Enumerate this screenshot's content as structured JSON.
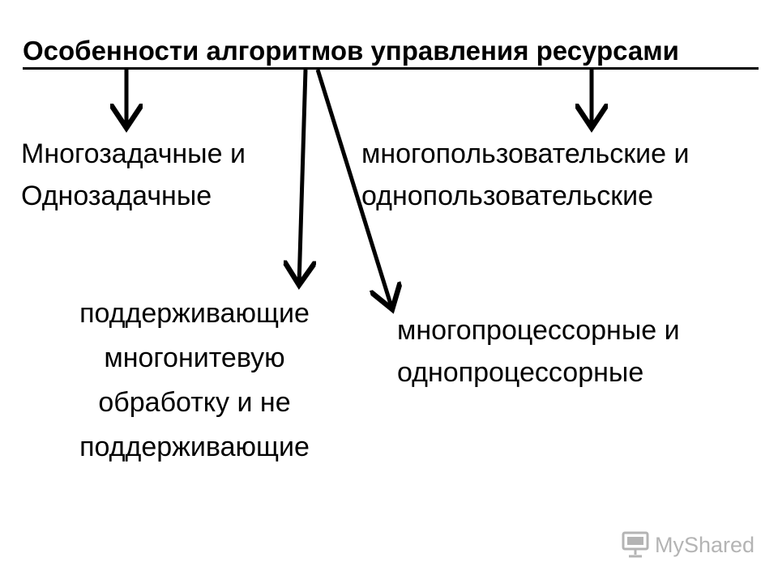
{
  "title": "Особенности алгоритмов управления ресурсами",
  "branches": {
    "tasks": {
      "line1": "Многозадачные и",
      "line2": "Однозадачные"
    },
    "users": {
      "line1": "многопользовательские и",
      "line2": "однопользовательские"
    },
    "threads": {
      "line1": "поддерживающие",
      "line2": "многонитевую",
      "line3": "обработку и не",
      "line4": "поддерживающие"
    },
    "processors": {
      "line1": "многопроцессорные и",
      "line2": "однопроцессорные"
    }
  },
  "watermark": {
    "text": "MyShared",
    "icon": "presentation-screen-icon"
  },
  "colors": {
    "text": "#000000",
    "arrow": "#000000",
    "watermark": "#b4b4b4"
  }
}
